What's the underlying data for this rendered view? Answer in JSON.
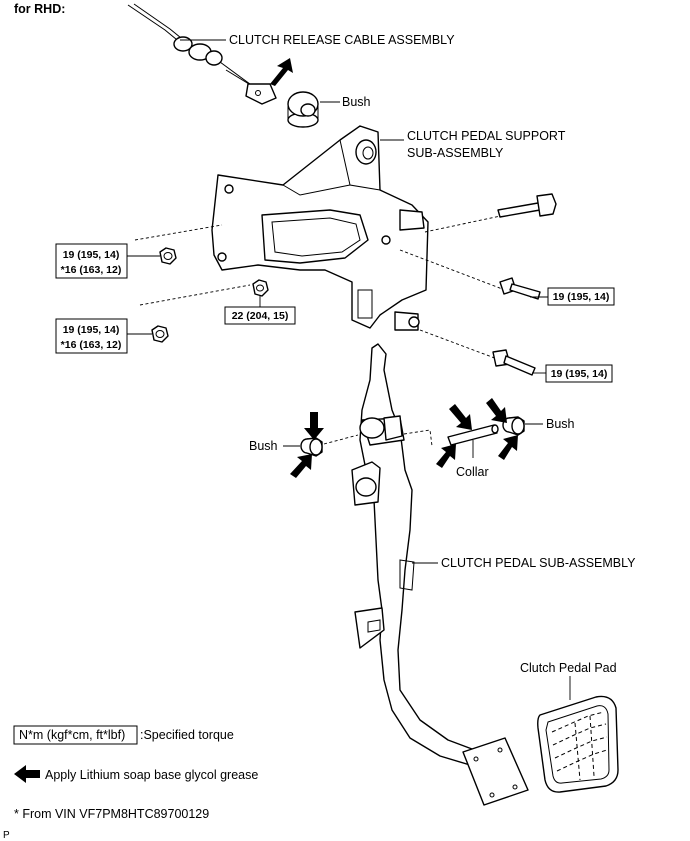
{
  "header": "for RHD:",
  "parts": {
    "cable": "CLUTCH RELEASE CABLE ASSEMBLY",
    "bush_top": "Bush",
    "support_line1": "CLUTCH PEDAL SUPPORT",
    "support_line2": "SUB-ASSEMBLY",
    "bush_left": "Bush",
    "bush_right": "Bush",
    "collar": "Collar",
    "pedal": "CLUTCH PEDAL SUB-ASSEMBLY",
    "pad": "Clutch Pedal Pad"
  },
  "torques": {
    "left_upper_1": "19 (195, 14)",
    "left_upper_2": "*16 (163, 12)",
    "left_lower_1": "19 (195, 14)",
    "left_lower_2": "*16 (163, 12)",
    "center": "22 (204, 15)",
    "right_upper": "19 (195, 14)",
    "right_lower": "19 (195, 14)"
  },
  "legend": {
    "torque_box": "N*m (kgf*cm, ft*lbf)",
    "torque_desc": ":Specified torque",
    "grease_desc": "Apply Lithium soap base glycol grease",
    "icons": [
      "black-arrow-icon"
    ]
  },
  "footnote": "* From VIN VF7PM8HTC89700129",
  "corner_mark": "P"
}
